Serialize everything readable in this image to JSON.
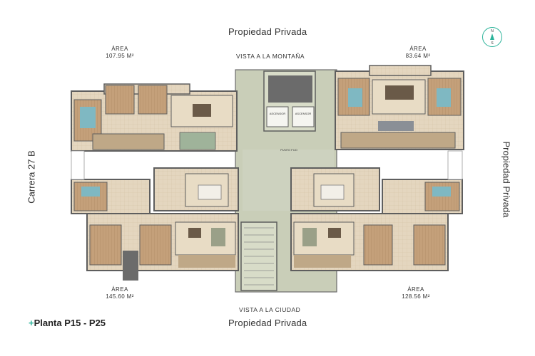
{
  "edges": {
    "top": "Propiedad Privada",
    "bottom": "Propiedad Privada",
    "right": "Propiedad Privada",
    "left": "Carrera 27 B"
  },
  "views": {
    "top": "VISTA A LA MONTAÑA",
    "bottom": "VISTA A LA CIUDAD"
  },
  "areas": [
    {
      "label": "ÁREA",
      "value": "107.95 M²"
    },
    {
      "label": "ÁREA",
      "value": "83.64 M²"
    },
    {
      "label": "ÁREA",
      "value": "145.60 M²"
    },
    {
      "label": "ÁREA",
      "value": "128.56 M²"
    }
  ],
  "plan": {
    "prefix": "+",
    "title": "Planta P15 - P25"
  },
  "compass": {
    "n": "N",
    "s": "S"
  },
  "core": {
    "elevator_1": "ASCENSOR",
    "elevator_2": "ASCENSOR",
    "hall": "PUNTO FIJO"
  },
  "colors": {
    "accent": "#2bb39a",
    "wall": "#6b6b6b",
    "floor": "#d9c7ab",
    "wood": "#b38a5e",
    "core": "#c9ceb8"
  }
}
